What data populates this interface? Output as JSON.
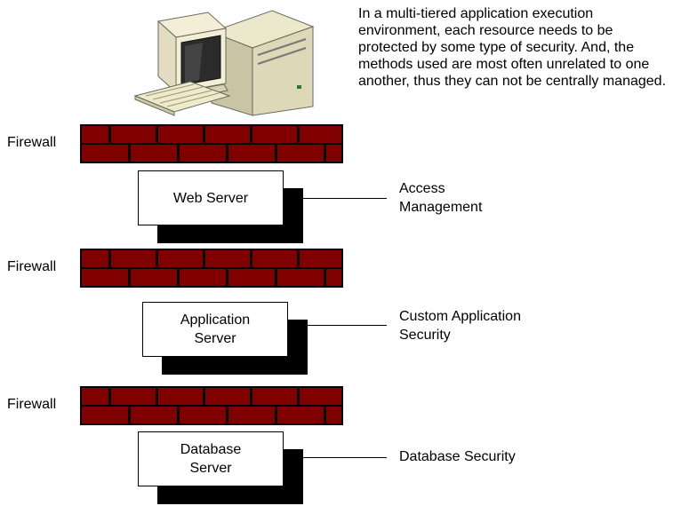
{
  "intro_text": "In a multi-tiered application execution environment, each resource needs to be protected by some type of security. And, the methods used are most often unrelated to one another, thus they can not be centrally managed.",
  "firewalls": [
    {
      "label": "Firewall"
    },
    {
      "label": "Firewall"
    },
    {
      "label": "Firewall"
    }
  ],
  "servers": [
    {
      "lines": [
        "Web Server"
      ]
    },
    {
      "lines": [
        "Application",
        "Server"
      ]
    },
    {
      "lines": [
        "Database",
        "Server"
      ]
    }
  ],
  "security": [
    {
      "lines": [
        "Access",
        "Management"
      ]
    },
    {
      "lines": [
        "Custom Application",
        "Security"
      ]
    },
    {
      "lines": [
        "Database Security"
      ]
    }
  ],
  "colors": {
    "brick": "#800000",
    "mortar": "#000000",
    "shadow": "#000000",
    "computer_body": "#f3efd6"
  }
}
